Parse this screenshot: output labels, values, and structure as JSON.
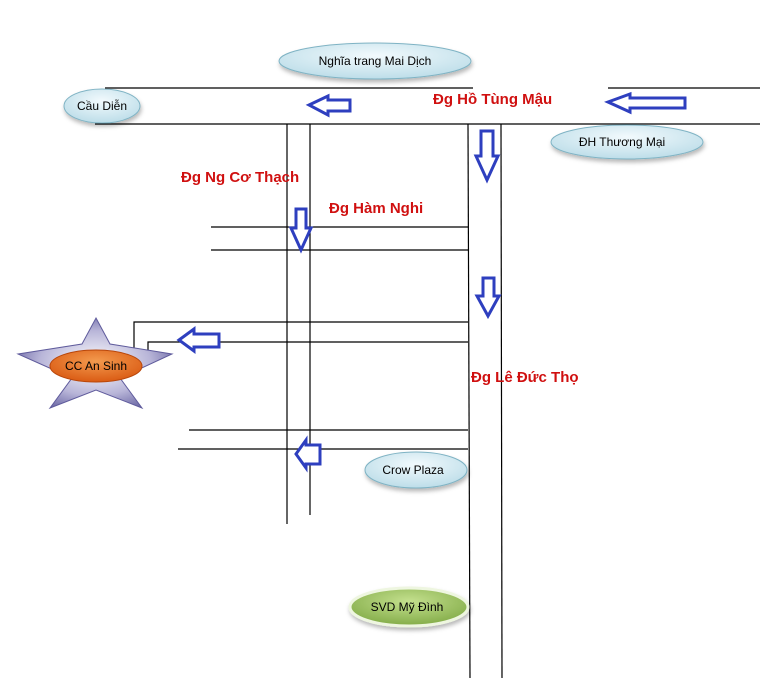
{
  "places": {
    "nghia_trang": "Nghĩa trang Mai Dịch",
    "cau_dien": "Cầu Diễn",
    "dh_thuong_mai": "ĐH Thương Mại",
    "cc_an_sinh": "CC An Sinh",
    "crow_plaza": "Crow Plaza",
    "svd_my_dinh": "SVD Mỹ Đình"
  },
  "streets": {
    "ho_tung_mau": "Đg Hồ Tùng Mậu",
    "ng_co_thach": "Đg Ng Cơ Thạch",
    "ham_nghi": "Đg Hàm Nghi",
    "le_duc_tho": "Đg Lê Đức Thọ"
  },
  "colors": {
    "street_label": "#d01010",
    "arrow_stroke": "#2e3fbf",
    "road": "#000000",
    "bubble_blue": "#cfe7ef",
    "bubble_green": "#9ac25a",
    "bubble_orange": "#e8641c",
    "star": "#6e6aa8"
  }
}
